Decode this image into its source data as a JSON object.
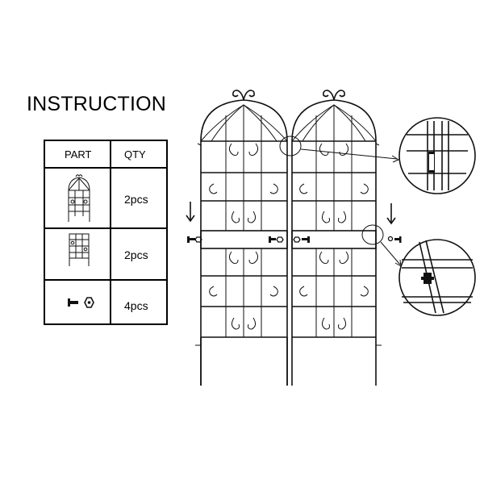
{
  "heading": "INSTRUCTION",
  "table": {
    "headers": {
      "part": "PART",
      "qty": "QTY"
    },
    "rows": [
      {
        "part_icon": "arched-trellis-panel-icon",
        "qty": "2pcs"
      },
      {
        "part_icon": "straight-trellis-panel-icon",
        "qty": "2pcs"
      },
      {
        "part_icon": "bolt-and-nut-icon",
        "qty": "4pcs"
      }
    ]
  },
  "diagram": {
    "panels": [
      "arched-trellis-panel-left",
      "arched-trellis-panel-right"
    ],
    "callouts": [
      "top-join-detail",
      "middle-bolt-detail"
    ],
    "arrows": [
      "insert-arrow-left",
      "insert-arrow-right"
    ]
  }
}
